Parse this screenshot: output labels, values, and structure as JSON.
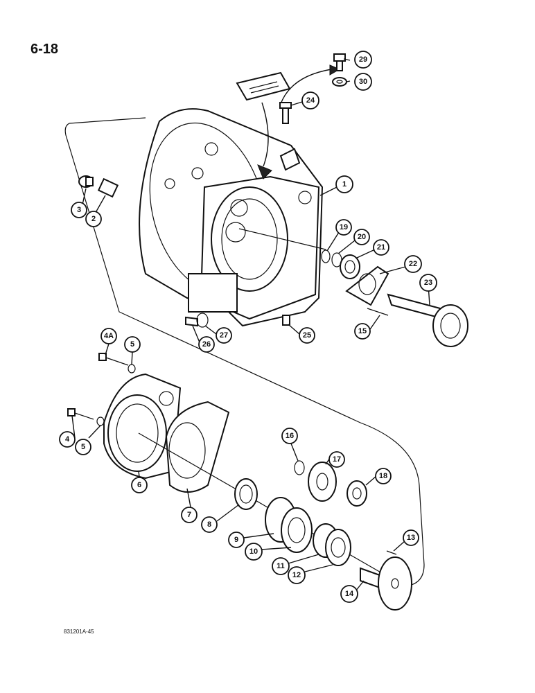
{
  "page": {
    "number": "6-18",
    "figure_code": "831201A-45"
  },
  "callouts": {
    "c1": "1",
    "c2": "2",
    "c3": "3",
    "c4": "4",
    "c4a": "4A",
    "c5a": "5",
    "c5b": "5",
    "c6": "6",
    "c7": "7",
    "c8": "8",
    "c9": "9",
    "c10": "10",
    "c11": "11",
    "c12": "12",
    "c13": "13",
    "c14": "14",
    "c15": "15",
    "c16": "16",
    "c17": "17",
    "c18": "18",
    "c19": "19",
    "c20": "20",
    "c21": "21",
    "c22": "22",
    "c23": "23",
    "c24": "24",
    "c25": "25",
    "c26": "26",
    "c27": "27",
    "c29": "29",
    "c30": "30"
  }
}
